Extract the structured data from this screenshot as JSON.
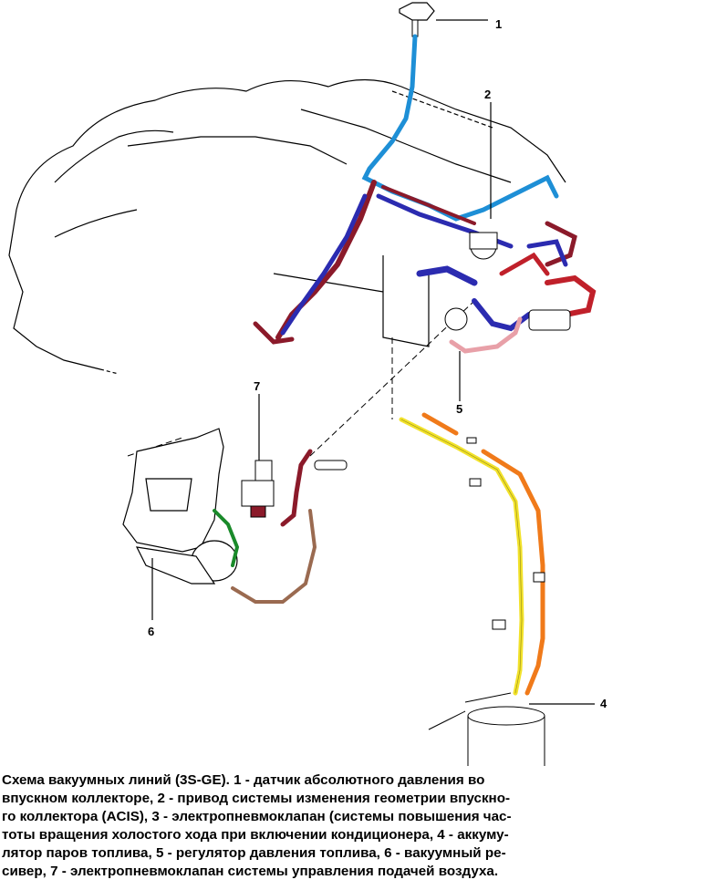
{
  "callouts": {
    "c1": "1",
    "c2": "2",
    "c4": "4",
    "c5": "5",
    "c6": "6",
    "c7": "7"
  },
  "caption": "Схема вакуумных линий (3S-GE). 1 - датчик абсолютного давления во\nвпускном коллекторе, 2 - привод системы изменения геометрии впускно-\nго коллектора (ACIS), 3 - электропневмоклапан (системы повышения час-\nтоты вращения холостого хода при включении кондиционера, 4 - аккуму-\nлятор паров топлива, 5 - регулятор давления топлива, 6 - вакуумный ре-\nсивер, 7 - электропневмоклапан системы управления подачей воздуха.",
  "colors": {
    "light_blue_hose": "#1e8fd6",
    "dark_blue_hose": "#2b2bb0",
    "dark_red_hose": "#8b1a2a",
    "red_hose": "#c0202a",
    "pink_hose": "#e8a0a8",
    "yellow_hose": "#f2e22a",
    "orange_hose": "#f07a1a",
    "brown_hose": "#9a6a50",
    "green_hose": "#1a8a2a",
    "engine_outline": "#000000"
  }
}
